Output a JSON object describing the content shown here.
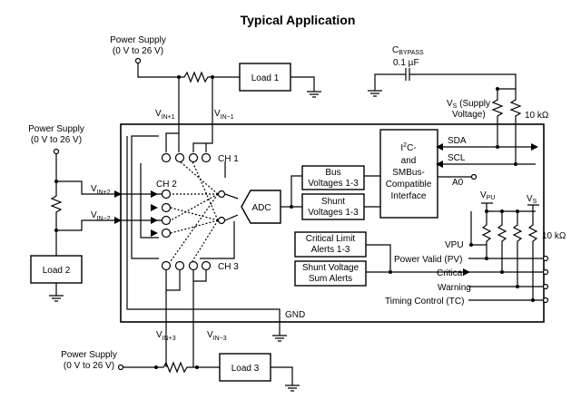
{
  "title": "Typical Application",
  "supplies": {
    "top": [
      "Power Supply",
      "(0 V to 26 V)"
    ],
    "left": [
      "Power Supply",
      "(0 V to 26 V)"
    ],
    "bottom": [
      "Power Supply",
      "(0 V to 26 V)"
    ]
  },
  "loads": {
    "load1": "Load 1",
    "load2": "Load 2",
    "load3": "Load 3"
  },
  "inputs": {
    "vin_p1": "V",
    "vin_p1_sub": "IN+1",
    "vin_m1": "V",
    "vin_m1_sub": "IN−1",
    "vin_p2": "V",
    "vin_p2_sub": "IN+2",
    "vin_m2": "V",
    "vin_m2_sub": "IN−2",
    "vin_p3": "V",
    "vin_p3_sub": "IN+3",
    "vin_m3": "V",
    "vin_m3_sub": "IN−3"
  },
  "channels": {
    "ch1": "CH 1",
    "ch2": "CH 2",
    "ch3": "CH 3"
  },
  "blocks": {
    "adc": "ADC",
    "bus": [
      "Bus",
      "Voltages 1-3"
    ],
    "shunt": [
      "Shunt",
      "Voltages 1-3"
    ],
    "critical": [
      "Critical Limit",
      "Alerts 1-3"
    ],
    "sum": [
      "Shunt Voltage",
      "Sum Alerts"
    ],
    "i2c_l1": "I",
    "i2c_sup": "2",
    "i2c_l1b": "C-",
    "i2c_rest": [
      "and",
      "SMBus-",
      "Compatible",
      "Interface"
    ]
  },
  "bypass": {
    "c_main": "C",
    "c_sub": "BYPASS",
    "value": "0.1 µF"
  },
  "supply_voltage": {
    "vs": "V",
    "vs_sub": "S",
    "vs_rest": " (Supply",
    "line2": "Voltage)"
  },
  "resistors": {
    "r_top": "10 kΩ",
    "r_right": "10 kΩ"
  },
  "bus_pins": {
    "sda": "SDA",
    "scl": "SCL",
    "a0": "A0"
  },
  "pullup": {
    "vpu": "V",
    "vpu_sub": "PU",
    "vs": "V",
    "vs_sub": "S"
  },
  "outputs": {
    "vpu_label": "VPU",
    "pv": "Power Valid (PV)",
    "critical": "Critical",
    "warning": "Warning",
    "tc": "Timing Control (TC)"
  },
  "gnd": "GND"
}
